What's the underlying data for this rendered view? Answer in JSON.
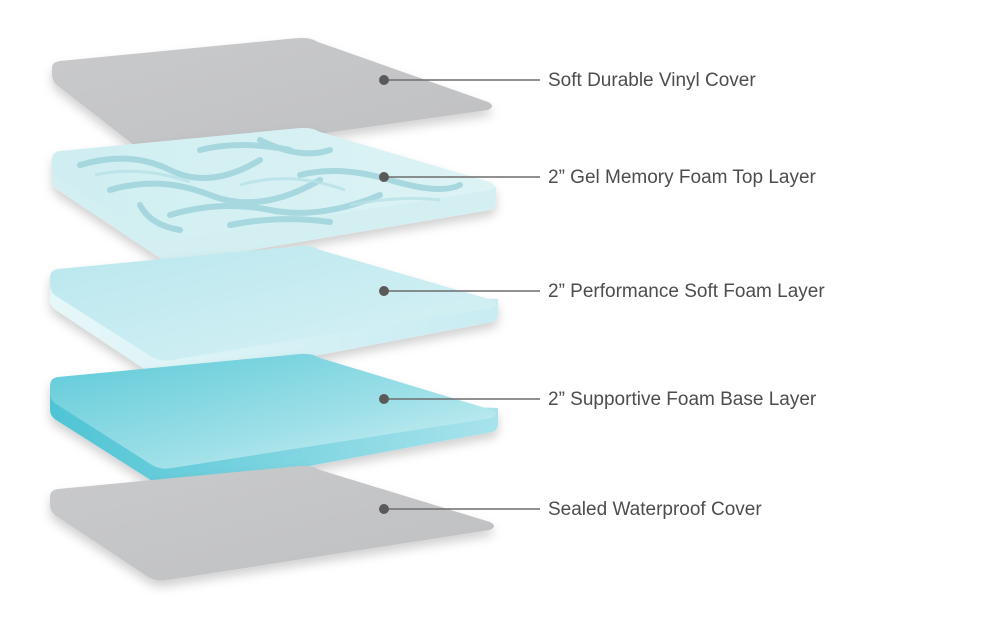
{
  "layers": [
    {
      "label": "Soft Durable Vinyl Cover",
      "material": "vinyl",
      "color": "#c6c7c9"
    },
    {
      "label": "2” Gel Memory Foam Top Layer",
      "material": "gel-swirl",
      "color": "#bfe5ea"
    },
    {
      "label": "2” Performance Soft Foam Layer",
      "material": "soft-foam",
      "color": "#c7ecf2"
    },
    {
      "label": "2” Supportive Foam Base Layer",
      "material": "support-foam",
      "color": "#7fd3df"
    },
    {
      "label": "Sealed Waterproof Cover",
      "material": "vinyl",
      "color": "#c6c7c9"
    }
  ],
  "colors": {
    "leader_line": "#6d6d6d",
    "dot": "#5a5a5a",
    "text": "#4d4d4d"
  }
}
